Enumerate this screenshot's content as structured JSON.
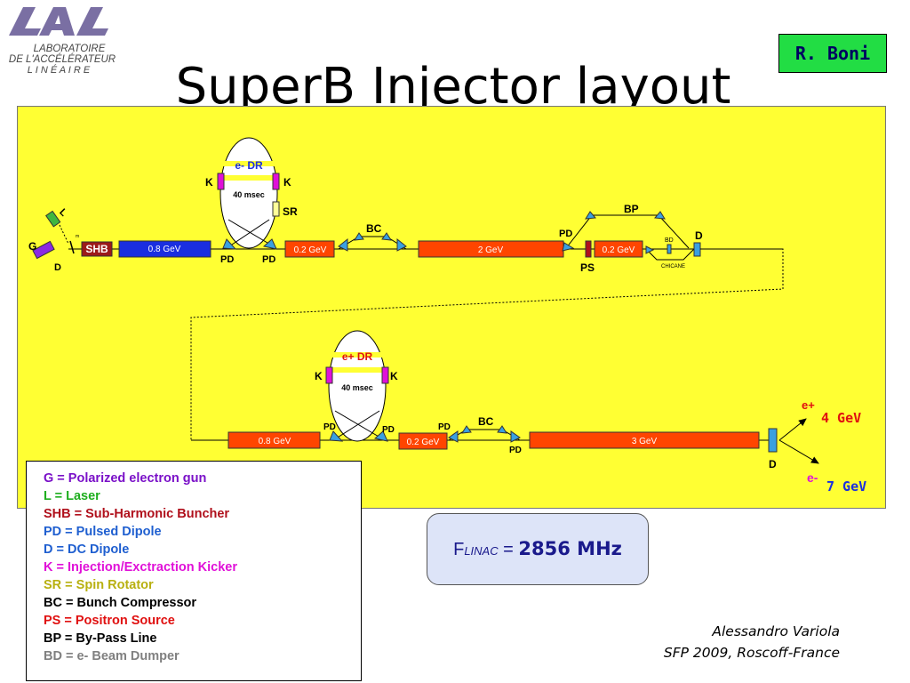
{
  "logo": {
    "acronym": "LAL",
    "lines": [
      "LABORATOIRE",
      "DE L'ACCÉLÉRATEUR",
      "L I N É A I R E"
    ]
  },
  "title": "SuperB Injector layout",
  "author": "R. Boni",
  "diagram": {
    "top_line": {
      "gun": "G",
      "laser": "L",
      "dipole_left": "D",
      "shb": "SHB",
      "linac_1": "0.8 GeV",
      "linac_2": "0.2 GeV",
      "linac_3": "2 GeV",
      "linac_4": "0.2 GeV",
      "pd": "PD",
      "bc": "BC",
      "bp": "BP",
      "ps": "PS",
      "bd": "BD",
      "chicane": "CHICANE",
      "d": "D",
      "m": "m",
      "ring": {
        "name": "e- DR",
        "time": "40 msec",
        "kicker": "K",
        "sr": "SR"
      }
    },
    "bottom_line": {
      "linac_1": "0.8 GeV",
      "linac_2": "0.2 GeV",
      "linac_3": "3 GeV",
      "pd": "PD",
      "bc": "BC",
      "d": "D",
      "ring": {
        "name": "e+ DR",
        "time": "40 msec",
        "kicker": "K"
      },
      "out_positron": "e+",
      "positron_energy": "4 GeV",
      "out_electron": "e-",
      "electron_energy": "7 GeV"
    }
  },
  "legend": [
    {
      "text": "G = Polarized electron gun",
      "color": "#7a10c8"
    },
    {
      "text": "L = Laser",
      "color": "#1fae1f"
    },
    {
      "text": "SHB = Sub-Harmonic Buncher",
      "color": "#b0101c"
    },
    {
      "text": "PD = Pulsed Dipole",
      "color": "#1f5fd0"
    },
    {
      "text": "D = DC Dipole",
      "color": "#1f5fd0"
    },
    {
      "text": "K = Injection/Exctraction Kicker",
      "color": "#e010d8"
    },
    {
      "text": "SR = Spin Rotator",
      "color": "#b8b010"
    },
    {
      "text": "BC = Bunch Compressor",
      "color": "#000000"
    },
    {
      "text": "PS = Positron Source",
      "color": "#e01010"
    },
    {
      "text": "BP = By-Pass Line",
      "color": "#000000"
    },
    {
      "text": "BD = e- Beam Dumper",
      "color": "#808080"
    }
  ],
  "frequency": {
    "prefix": "F",
    "subscript": "LINAC",
    "equals": " = ",
    "value": "2856 MHz"
  },
  "credit": {
    "name": "Alessandro Variola",
    "event": "SFP 2009, Roscoff-France"
  },
  "colors": {
    "panel": "#ffff33",
    "linac": "#ff4500",
    "linac_08": "#1a2ee0",
    "shb": "#9c1a1a",
    "magnet": "#3aa0e0",
    "kicker": "#e010d8"
  }
}
